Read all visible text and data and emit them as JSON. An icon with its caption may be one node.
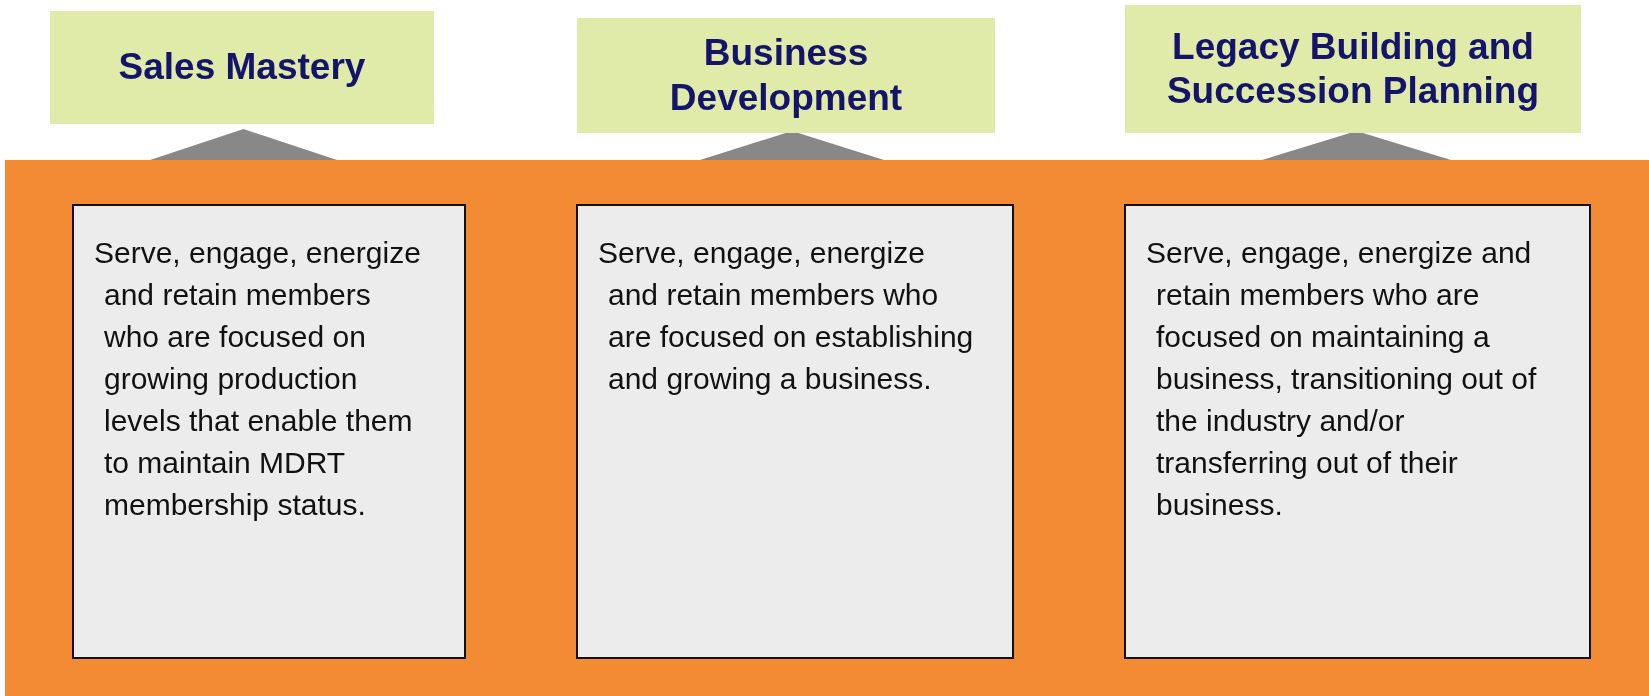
{
  "diagram": {
    "nodes": [
      {
        "text": [
          "Sales Mastery"
        ]
      },
      {
        "text": [
          "Business Development"
        ]
      },
      {
        "text": [
          "Legacy Building and Succession Planning"
        ]
      },
      {
        "text": [],
        "shape": "box"
      },
      {
        "text": [
          "Serve, engage, energize and retain members who are focused on growing production levels that enable them to maintain MDRT membership status."
        ],
        "in": 3
      },
      {
        "text": [
          "Serve, engage, energize and retain members who are focused on establishing and growing a business."
        ],
        "in": 3
      },
      {
        "text": [
          "Serve, engage, energize and retain members who are focused on maintaining a business, transitioning out of the industry and/or transferring out of their business."
        ],
        "in": 3
      },
      {
        "text": [],
        "shape": "triangle"
      },
      {
        "text": [],
        "shape": "triangle"
      },
      {
        "text": [],
        "shape": "triangle"
      }
    ]
  }
}
